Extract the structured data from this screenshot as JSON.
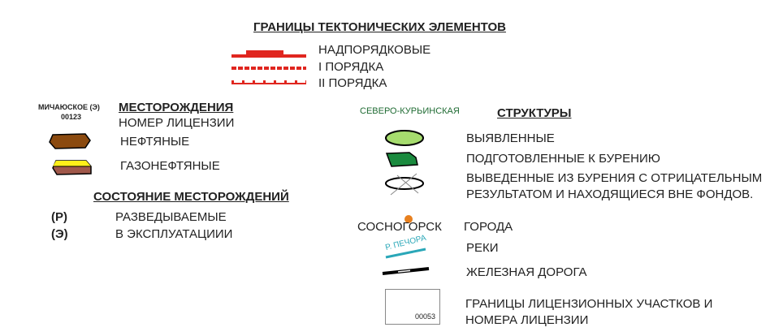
{
  "title": "ГРАНИЦЫ ТЕКТОНИЧЕСКИХ ЭЛЕМЕНТОВ",
  "boundaries": [
    {
      "label": "НАДПОРЯДКОВЫЕ"
    },
    {
      "label": "I ПОРЯДКА"
    },
    {
      "label": "II ПОРЯДКА"
    }
  ],
  "fields": {
    "heading": "МЕСТОРОЖДЕНИЯ",
    "sample_name": "МИЧАЮСКОЕ (Э)",
    "sample_number": "00123",
    "license_label": "НОМЕР ЛИЦЕНЗИИ",
    "oil_label": "НЕФТЯНЫЕ",
    "gas_oil_label": "ГАЗОНЕФТЯНЫЕ"
  },
  "field_state": {
    "heading": "СОСТОЯНИЕ МЕСТОРОЖДЕНИЙ",
    "items": [
      {
        "code": "(Р)",
        "label": "РАЗВЕДЫВАЕМЫЕ"
      },
      {
        "code": "(Э)",
        "label": "В ЭКСПЛУАТАЦИИИ"
      }
    ]
  },
  "structures": {
    "heading": "СТРУКТУРЫ",
    "sample_name": "СЕВЕРО-КУРЬИНСКАЯ",
    "identified": "ВЫЯВЛЕННЫЕ",
    "prepared": "ПОДГОТОВЛЕННЫЕ К БУРЕНИЮ",
    "withdrawn_1": "ВЫВЕДЕННЫЕ ИЗ БУРЕНИЯ С ОТРИЦАТЕЛЬНЫМ",
    "withdrawn_2": "РЕЗУЛЬТАТОМ И НАХОДЯЩИЕСЯ ВНЕ ФОНДОВ."
  },
  "map_features": {
    "city_sample": "СОСНОГОРСК",
    "city_label": "ГОРОДА",
    "river_sample": "Р. ПЕЧОРА",
    "river_label": "РЕКИ",
    "railway_label": "ЖЕЛЕЗНАЯ ДОРОГА",
    "license_sample_number": "00053",
    "license_label_1": "ГРАНИЦЫ ЛИЦЕНЗИОННЫХ УЧАСТКОВ И",
    "license_label_2": "НОМЕРА ЛИЦЕНЗИИ"
  },
  "colors": {
    "boundary": "#e0261f",
    "oil": "#8b4a0f",
    "gas": "#ffef1a",
    "gas_oil_base": "#a0584a",
    "identified": "#a6dc6e",
    "prepared": "#1a8a3e",
    "structure_name": "#1f6b33",
    "city": "#e8801e",
    "river": "#2aa7b8"
  }
}
